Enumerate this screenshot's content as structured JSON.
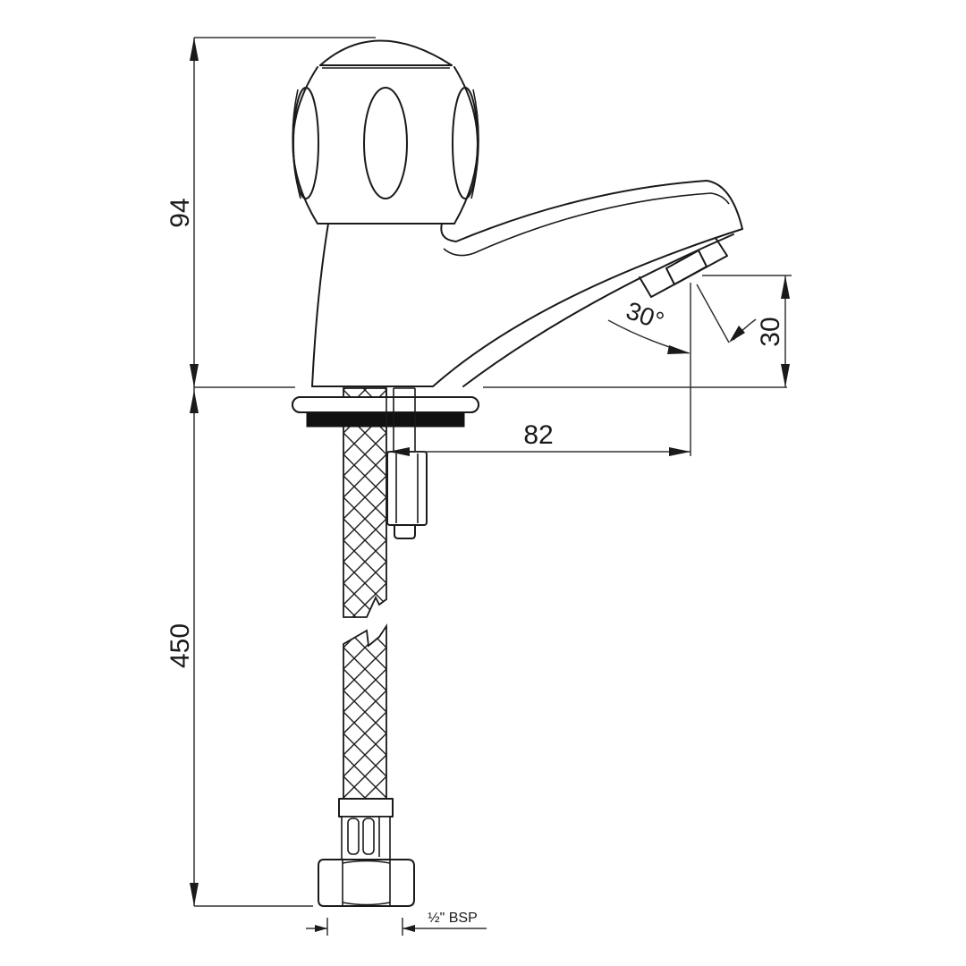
{
  "drawing": {
    "title": "Pillar tap side elevation with flexible hose",
    "colors": {
      "line": "#1a1a1a",
      "background": "#ffffff",
      "gasket": "#111111"
    }
  },
  "dimensions": {
    "height_above_deck": {
      "label": "94",
      "unit": "mm"
    },
    "hose_length": {
      "label": "450",
      "unit": "mm"
    },
    "spout_reach": {
      "label": "82",
      "unit": "mm"
    },
    "outlet_height": {
      "label": "30",
      "unit": "mm"
    },
    "outlet_angle": {
      "label": "30°",
      "unit": "deg"
    },
    "connector_thread": {
      "label": "½\" BSP"
    }
  },
  "parts": [
    {
      "name": "handle",
      "description": "Round head handle with three oval grip recesses"
    },
    {
      "name": "body",
      "description": "Tapered tap body"
    },
    {
      "name": "spout",
      "description": "Curved spout with angled aerator outlet"
    },
    {
      "name": "flange",
      "description": "Rounded base flange"
    },
    {
      "name": "gasket",
      "description": "Black base gasket"
    },
    {
      "name": "threaded-stud",
      "description": "Fixing stud with nut"
    },
    {
      "name": "braided-hose",
      "description": "Braided flexible hose (shown broken)"
    },
    {
      "name": "hose-nut",
      "description": "Hexagon union nut with ferrule"
    }
  ]
}
